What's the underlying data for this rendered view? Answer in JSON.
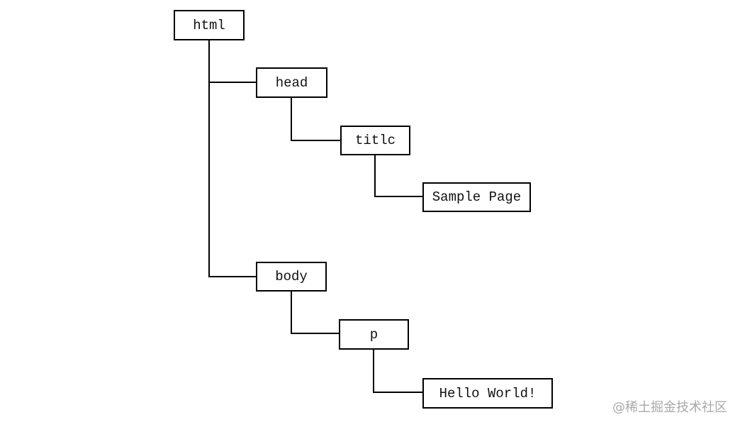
{
  "nodes": {
    "html": "html",
    "head": "head",
    "title": "titlc",
    "sample_page": "Sample Page",
    "body": "body",
    "p": "p",
    "hello_world": "Hello World!"
  },
  "watermark": "@稀土掘金技术社区"
}
